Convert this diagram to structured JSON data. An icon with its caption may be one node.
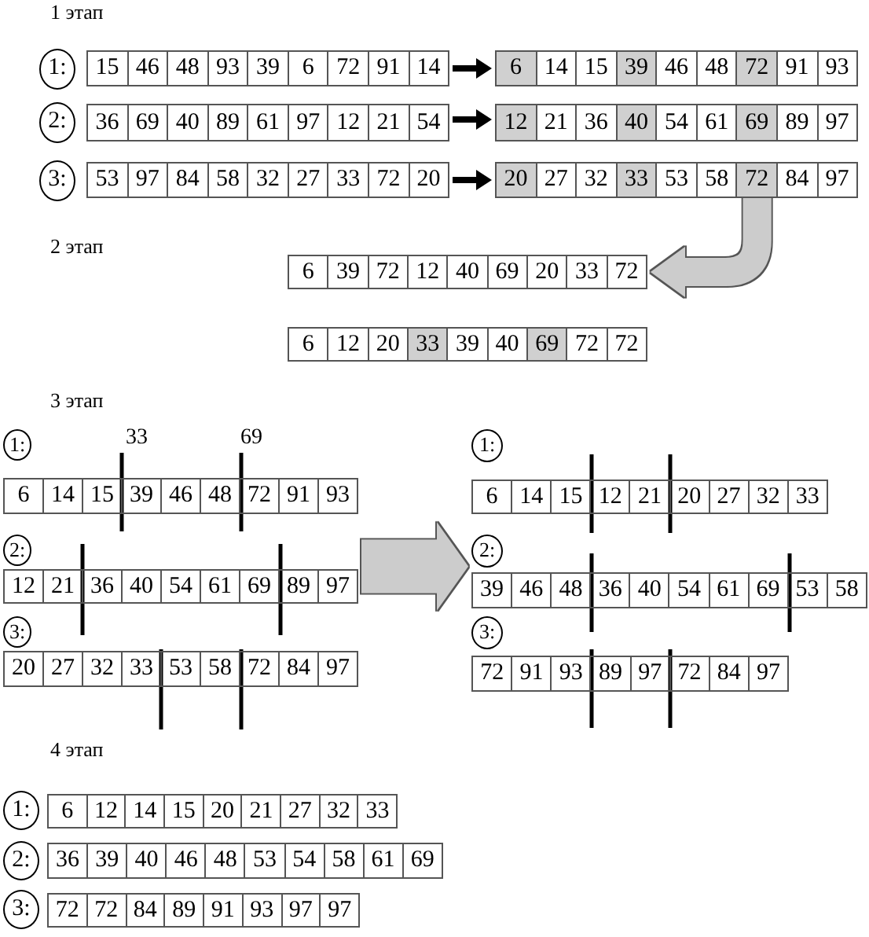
{
  "diagram": {
    "nodes": [
      {
        "text": [
          "1:"
        ]
      },
      {
        "text": [
          "15",
          "46",
          "48",
          "93",
          "39",
          "6",
          "72",
          "91",
          "14"
        ]
      },
      {
        "text": [
          "6",
          "14",
          "15",
          "39",
          "46",
          "48",
          "72",
          "91",
          "93"
        ]
      },
      {
        "text": [
          "2:"
        ]
      },
      {
        "text": [
          "36",
          "69",
          "40",
          "89",
          "61",
          "97",
          "12",
          "21",
          "54"
        ]
      },
      {
        "text": [
          "12",
          "21",
          "36",
          "40",
          "54",
          "61",
          "69",
          "89",
          "97"
        ]
      },
      {
        "text": [
          "3:"
        ]
      },
      {
        "text": [
          "53",
          "97",
          "84",
          "58",
          "32",
          "27",
          "33",
          "72",
          "20"
        ]
      },
      {
        "text": [
          "20",
          "27",
          "32",
          "33",
          "53",
          "58",
          "72",
          "84",
          "97"
        ]
      },
      {
        "text": [
          "6",
          "39",
          "72",
          "12",
          "40",
          "69",
          "20",
          "33",
          "72"
        ]
      },
      {
        "text": [
          "6",
          "12",
          "20",
          "33",
          "39",
          "40",
          "69",
          "72",
          "72"
        ]
      },
      {
        "text": [
          "1:"
        ]
      },
      {
        "text": [
          "6",
          "14",
          "15",
          "39",
          "46",
          "48",
          "72",
          "91",
          "93"
        ]
      },
      {
        "text": [
          "2:"
        ]
      },
      {
        "text": [
          "12",
          "21",
          "36",
          "40",
          "54",
          "61",
          "69",
          "89",
          "97"
        ]
      },
      {
        "text": [
          "3:"
        ]
      },
      {
        "text": [
          "20",
          "27",
          "32",
          "33",
          "53",
          "58",
          "72",
          "84",
          "97"
        ]
      },
      {
        "text": [
          "1:"
        ]
      },
      {
        "text": [
          "6",
          "14",
          "15",
          "12",
          "21",
          "20",
          "27",
          "32",
          "33"
        ]
      },
      {
        "text": [
          "2:"
        ]
      },
      {
        "text": [
          "39",
          "46",
          "48",
          "36",
          "40",
          "54",
          "61",
          "69",
          "53",
          "58"
        ]
      },
      {
        "text": [
          "3:"
        ]
      },
      {
        "text": [
          "72",
          "91",
          "93",
          "89",
          "97",
          "72",
          "84",
          "97"
        ]
      },
      {
        "text": [
          "1:"
        ]
      },
      {
        "text": [
          "6",
          "12",
          "14",
          "15",
          "20",
          "21",
          "27",
          "32",
          "33"
        ]
      },
      {
        "text": [
          "2:"
        ]
      },
      {
        "text": [
          "36",
          "39",
          "40",
          "46",
          "48",
          "53",
          "54",
          "58",
          "61",
          "69"
        ]
      },
      {
        "text": [
          "3:"
        ]
      },
      {
        "text": [
          "72",
          "72",
          "84",
          "89",
          "91",
          "93",
          "97",
          "97"
        ]
      }
    ],
    "edges": [
      {
        "from": 1,
        "to": 2,
        "arrow": "to"
      },
      {
        "from": 4,
        "to": 5,
        "arrow": "to"
      },
      {
        "from": 7,
        "to": 8,
        "arrow": "to"
      },
      {
        "from": 8,
        "to": 9,
        "arrow": "to",
        "style": "thick",
        "color": "#cccccc"
      },
      {
        "from": 14,
        "to": 20,
        "arrow": "to",
        "style": "thick",
        "color": "#cccccc"
      }
    ],
    "labels": [
      "1 этап",
      "2 этап",
      "3 этап",
      "33",
      "69",
      "4 этап"
    ]
  }
}
